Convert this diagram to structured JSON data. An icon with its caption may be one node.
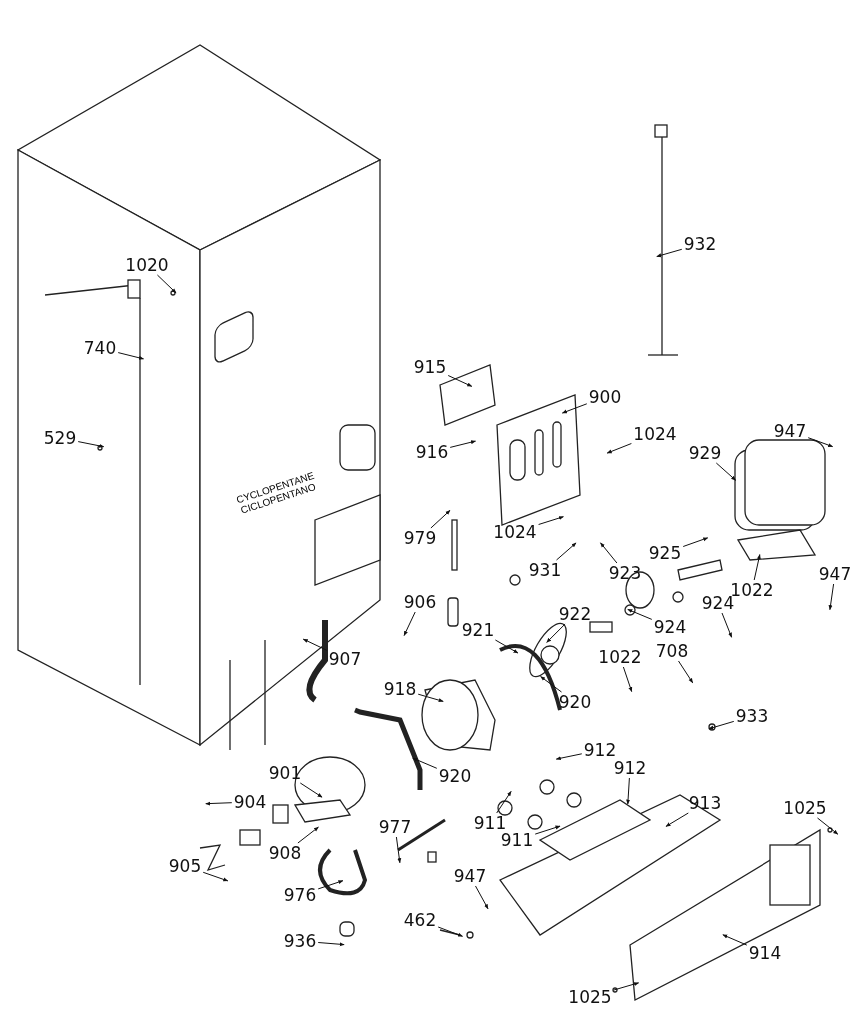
{
  "diagram": {
    "nodes": [
      {
        "text": [
          "932"
        ]
      },
      {
        "text": [
          "1020"
        ]
      },
      {
        "text": [
          "740"
        ]
      },
      {
        "text": [
          "915"
        ]
      },
      {
        "text": [
          "900"
        ]
      },
      {
        "text": [
          "947"
        ]
      },
      {
        "text": [
          "1024"
        ]
      },
      {
        "text": [
          "529"
        ]
      },
      {
        "text": [
          "916"
        ]
      },
      {
        "text": [
          "929"
        ]
      },
      {
        "text": [
          "1024"
        ]
      },
      {
        "text": [
          "979"
        ]
      },
      {
        "text": [
          "925"
        ]
      },
      {
        "text": [
          "931"
        ]
      },
      {
        "text": [
          "923"
        ]
      },
      {
        "text": [
          "947"
        ]
      },
      {
        "text": [
          "1022"
        ]
      },
      {
        "text": [
          "906"
        ]
      },
      {
        "text": [
          "924"
        ]
      },
      {
        "text": [
          "922"
        ]
      },
      {
        "text": [
          "921"
        ]
      },
      {
        "text": [
          "924"
        ]
      },
      {
        "text": [
          "708"
        ]
      },
      {
        "text": [
          "1022"
        ]
      },
      {
        "text": [
          "907"
        ]
      },
      {
        "text": [
          "918"
        ]
      },
      {
        "text": [
          "920"
        ]
      },
      {
        "text": [
          "933"
        ]
      },
      {
        "text": [
          "912"
        ]
      },
      {
        "text": [
          "901"
        ]
      },
      {
        "text": [
          "920"
        ]
      },
      {
        "text": [
          "912"
        ]
      },
      {
        "text": [
          "904"
        ]
      },
      {
        "text": [
          "913"
        ]
      },
      {
        "text": [
          "1025"
        ]
      },
      {
        "text": [
          "911"
        ]
      },
      {
        "text": [
          "977"
        ]
      },
      {
        "text": [
          "911"
        ]
      },
      {
        "text": [
          "908"
        ]
      },
      {
        "text": [
          "905"
        ]
      },
      {
        "text": [
          "947"
        ]
      },
      {
        "text": [
          "976"
        ]
      },
      {
        "text": [
          "462"
        ]
      },
      {
        "text": [
          "936"
        ]
      },
      {
        "text": [
          "914"
        ]
      },
      {
        "text": [
          "1025"
        ]
      }
    ],
    "edges": [
      {
        "from": 0,
        "to": null,
        "arrow": "to"
      },
      {
        "from": 1,
        "to": null,
        "arrow": "to"
      },
      {
        "from": 2,
        "to": null,
        "arrow": "to"
      },
      {
        "from": 3,
        "to": null,
        "arrow": "to"
      },
      {
        "from": 4,
        "to": null,
        "arrow": "to"
      },
      {
        "from": 5,
        "to": null,
        "arrow": "to"
      },
      {
        "from": 6,
        "to": null,
        "arrow": "to"
      },
      {
        "from": 7,
        "to": null,
        "arrow": "to"
      },
      {
        "from": 8,
        "to": null,
        "arrow": "to"
      },
      {
        "from": 9,
        "to": null,
        "arrow": "to"
      },
      {
        "from": 10,
        "to": null,
        "arrow": "to"
      },
      {
        "from": 11,
        "to": null,
        "arrow": "to"
      },
      {
        "from": 12,
        "to": null,
        "arrow": "to"
      },
      {
        "from": 13,
        "to": null,
        "arrow": "to"
      },
      {
        "from": 14,
        "to": null,
        "arrow": "to"
      },
      {
        "from": 15,
        "to": null,
        "arrow": "to"
      },
      {
        "from": 16,
        "to": null,
        "arrow": "to"
      },
      {
        "from": 17,
        "to": null,
        "arrow": "to"
      },
      {
        "from": 18,
        "to": null,
        "arrow": "to"
      },
      {
        "from": 19,
        "to": null,
        "arrow": "to"
      },
      {
        "from": 20,
        "to": null,
        "arrow": "to"
      },
      {
        "from": 21,
        "to": null,
        "arrow": "to"
      },
      {
        "from": 22,
        "to": null,
        "arrow": "to"
      },
      {
        "from": 23,
        "to": null,
        "arrow": "to"
      },
      {
        "from": 24,
        "to": null,
        "arrow": "to"
      },
      {
        "from": 25,
        "to": null,
        "arrow": "to"
      },
      {
        "from": 26,
        "to": null,
        "arrow": "to"
      },
      {
        "from": 27,
        "to": null,
        "arrow": "to"
      },
      {
        "from": 28,
        "to": null,
        "arrow": "to"
      },
      {
        "from": 29,
        "to": null,
        "arrow": "to"
      },
      {
        "from": 30,
        "to": null,
        "arrow": "to"
      },
      {
        "from": 31,
        "to": null,
        "arrow": "to"
      },
      {
        "from": 32,
        "to": null,
        "arrow": "to"
      },
      {
        "from": 33,
        "to": null,
        "arrow": "to"
      },
      {
        "from": 34,
        "to": null,
        "arrow": "to"
      },
      {
        "from": 35,
        "to": null,
        "arrow": "to"
      },
      {
        "from": 36,
        "to": null,
        "arrow": "to"
      },
      {
        "from": 37,
        "to": null,
        "arrow": "to"
      },
      {
        "from": 38,
        "to": null,
        "arrow": "to"
      },
      {
        "from": 39,
        "to": null,
        "arrow": "to"
      },
      {
        "from": 40,
        "to": null,
        "arrow": "to"
      },
      {
        "from": 41,
        "to": null,
        "arrow": "to"
      },
      {
        "from": 42,
        "to": null,
        "arrow": "to"
      },
      {
        "from": 43,
        "to": null,
        "arrow": "to"
      },
      {
        "from": 44,
        "to": null,
        "arrow": "to"
      },
      {
        "from": 45,
        "to": null,
        "arrow": "to"
      }
    ],
    "labels": [
      "CYCLOPENTANE CICLOPENTANO"
    ]
  }
}
